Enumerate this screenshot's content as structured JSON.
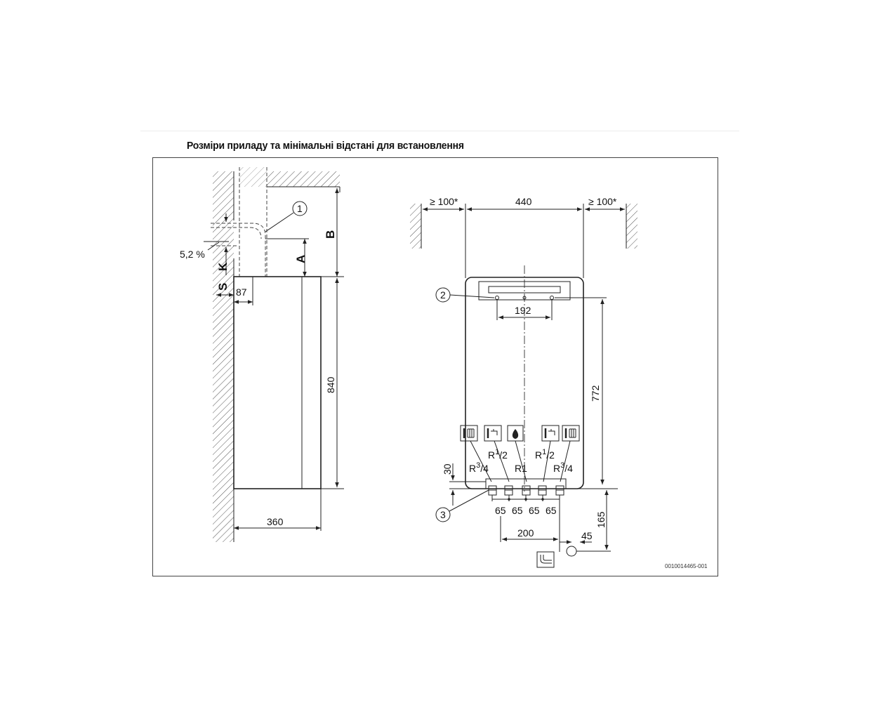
{
  "title": "Розміри приладу та мінімальні відстані для встановлення",
  "side_view": {
    "label_slope": "5,2 %",
    "label_k": "K",
    "label_s": "S",
    "label_a": "A",
    "label_b": "B",
    "dim_87": "87",
    "dim_840": "840",
    "dim_360": "360",
    "callout_1": "1"
  },
  "front_view": {
    "clearance_left": "≥ 100*",
    "clearance_right": "≥ 100*",
    "dim_440": "440",
    "dim_192": "192",
    "dim_772": "772",
    "dim_30": "30",
    "dim_165": "165",
    "dim_45": "45",
    "dim_200": "200",
    "spacing_65": [
      "65",
      "65",
      "65",
      "65"
    ],
    "callout_2": "2",
    "callout_3": "3",
    "connections": {
      "r34_left": {
        "prefix": "R",
        "sup": "3",
        "suffix": "/4"
      },
      "r12_left": {
        "prefix": "R",
        "sup": "1",
        "suffix": "/2"
      },
      "r1": "R1",
      "r12_right": {
        "prefix": "R",
        "sup": "1",
        "suffix": "/2"
      },
      "r34_right": {
        "prefix": "R",
        "sup": "3",
        "suffix": "/4"
      }
    },
    "icons": [
      "heating-flow-icon",
      "hot-water-tap-icon",
      "gas-flame-icon",
      "cold-water-tap-icon",
      "heating-return-icon",
      "drain-icon"
    ]
  },
  "figure_code": "0010014465-001"
}
